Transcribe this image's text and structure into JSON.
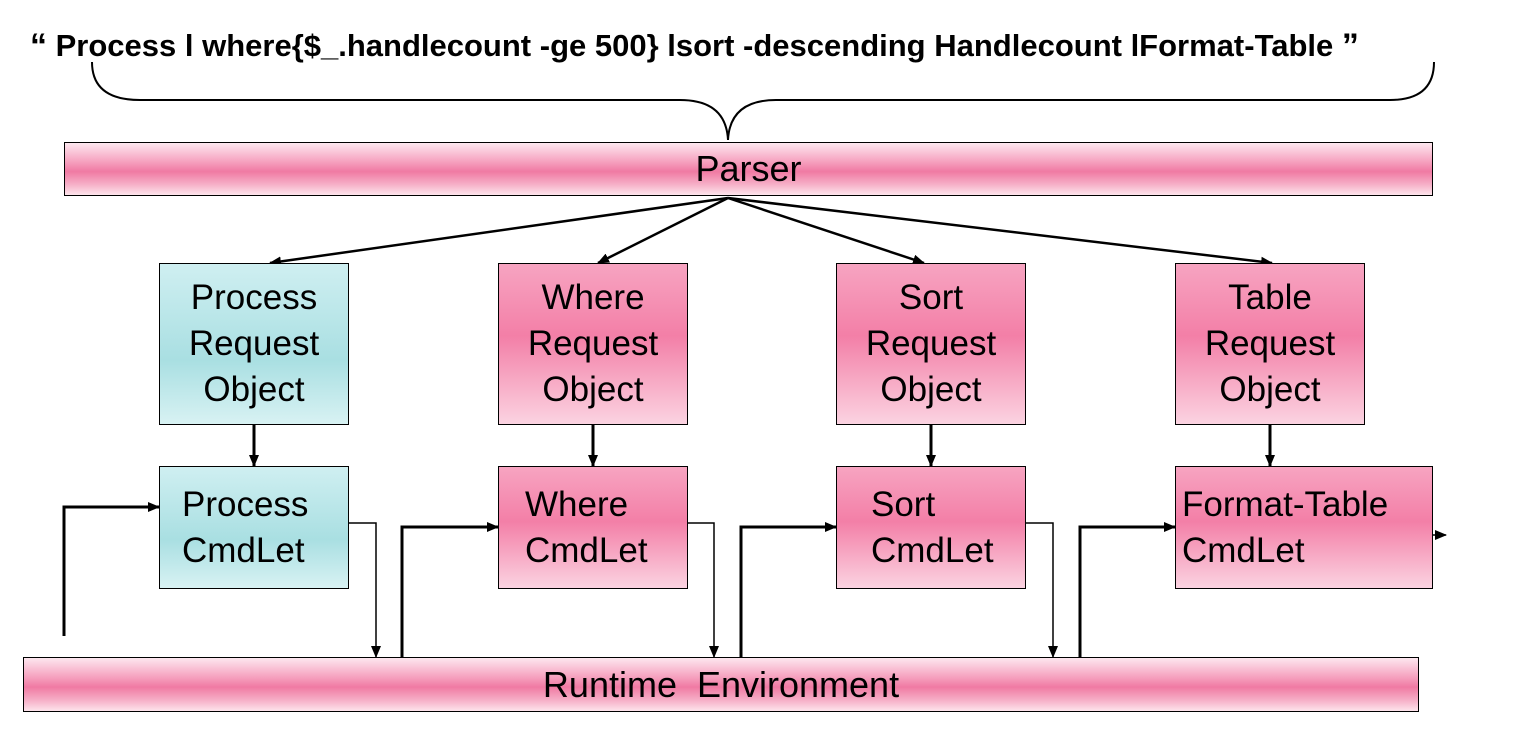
{
  "command": {
    "open_quote": "“",
    "text": "Process l where{$_.handlecount -ge 500} lsort -descending  Handlecount  lFormat-Table",
    "close_quote": "”"
  },
  "parser": {
    "label": "Parser"
  },
  "runtime": {
    "label": "Runtime  Environment"
  },
  "request_objects": [
    {
      "lines": [
        "Process",
        "Request",
        "Object"
      ],
      "color": "cyan"
    },
    {
      "lines": [
        "Where",
        "Request",
        "Object"
      ],
      "color": "pink"
    },
    {
      "lines": [
        "Sort",
        "Request",
        "Object"
      ],
      "color": "pink"
    },
    {
      "lines": [
        "Table",
        "Request",
        "Object"
      ],
      "color": "pink"
    }
  ],
  "cmdlets": [
    {
      "lines": [
        "Process",
        "CmdLet"
      ],
      "color": "cyan"
    },
    {
      "lines": [
        "Where",
        "CmdLet"
      ],
      "color": "pink"
    },
    {
      "lines": [
        "Sort",
        "CmdLet"
      ],
      "color": "pink"
    },
    {
      "lines": [
        "Format-Table",
        "CmdLet"
      ],
      "color": "pink"
    }
  ],
  "colors": {
    "pink": "#f37fa7",
    "cyan": "#a9dfe2",
    "line": "#000000"
  }
}
